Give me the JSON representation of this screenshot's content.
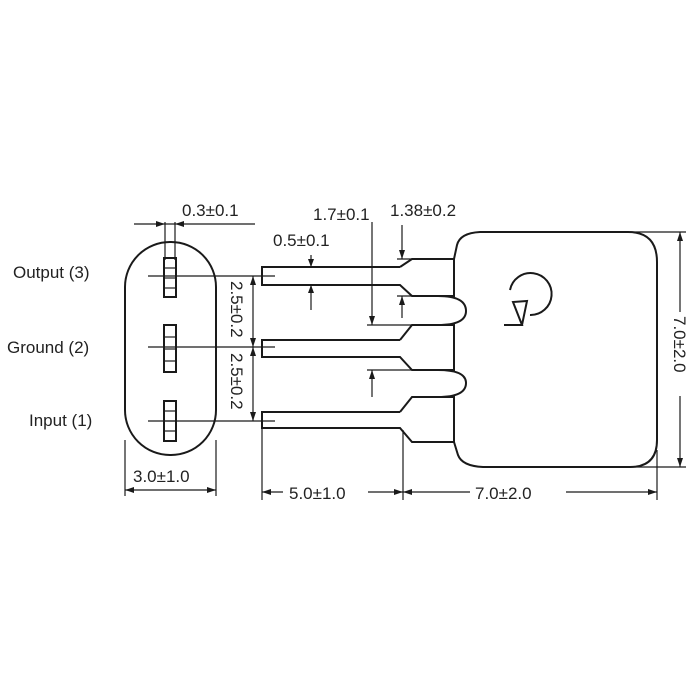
{
  "pins": {
    "output": "Output  (3)",
    "ground": "Ground  (2)",
    "input": "Input  (1)"
  },
  "dimensions": {
    "pin_width": "0.3±0.1",
    "lead_width": "0.5±0.1",
    "shoulder": "1.7±0.1",
    "neck": "1.38±0.2",
    "pitch_upper": "2.5±0.2",
    "pitch_lower": "2.5±0.2",
    "thickness": "3.0±1.0",
    "lead_length": "5.0±1.0",
    "body_width": "7.0±2.0",
    "body_height": "7.0±2.0"
  }
}
